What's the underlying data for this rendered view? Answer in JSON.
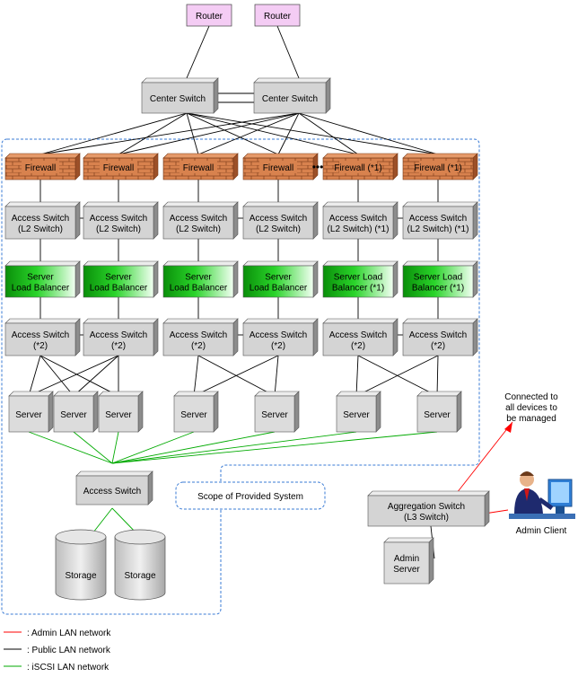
{
  "routers": [
    "Router",
    "Router"
  ],
  "center_switches": [
    "Center Switch",
    "Center Switch"
  ],
  "firewalls": [
    "Firewall",
    "Firewall",
    "Firewall",
    "Firewall",
    "Firewall (*1)",
    "Firewall (*1)"
  ],
  "firewall_ellipsis": "•••",
  "access_l2": [
    [
      "Access Switch",
      "(L2 Switch)"
    ],
    [
      "Access Switch",
      "(L2 Switch)"
    ],
    [
      "Access Switch",
      "(L2 Switch)"
    ],
    [
      "Access Switch",
      "(L2 Switch)"
    ],
    [
      "Access Switch",
      "(L2 Switch) (*1)"
    ],
    [
      "Access Switch",
      "(L2 Switch) (*1)"
    ]
  ],
  "load_balancers": [
    [
      "Server",
      "Load Balancer"
    ],
    [
      "Server",
      "Load Balancer"
    ],
    [
      "Server",
      "Load Balancer"
    ],
    [
      "Server",
      "Load Balancer"
    ],
    [
      "Server Load",
      "Balancer (*1)"
    ],
    [
      "Server Load",
      "Balancer (*1)"
    ]
  ],
  "access_2": [
    [
      "Access Switch",
      "(*2)"
    ],
    [
      "Access Switch",
      "(*2)"
    ],
    [
      "Access Switch",
      "(*2)"
    ],
    [
      "Access Switch",
      "(*2)"
    ],
    [
      "Access Switch",
      "(*2)"
    ],
    [
      "Access Switch",
      "(*2)"
    ]
  ],
  "servers": [
    "Server",
    "Server",
    "Server",
    "Server",
    "Server",
    "Server",
    "Server"
  ],
  "storage_switch": "Access Switch",
  "storages": [
    "Storage",
    "Storage"
  ],
  "scope_label": "Scope of Provided System",
  "aggregation_switch": [
    "Aggregation Switch",
    "(L3 Switch)"
  ],
  "admin_server": [
    "Admin",
    "Server"
  ],
  "admin_client": "Admin Client",
  "connected_note": [
    "Connected to",
    "all devices to",
    "be managed"
  ],
  "legend": [
    {
      "label": ": Admin LAN network",
      "color": "#ff0000"
    },
    {
      "label": ": Public LAN network",
      "color": "#000000"
    },
    {
      "label": ": iSCSI LAN network",
      "color": "#00aa00"
    }
  ],
  "colors": {
    "router_fill": "#f4ccf4",
    "switch_fill": "#d4d4d4",
    "firewall_fill": "#d47a4a",
    "lb_green": "#1fc01f",
    "admin_line": "#ff0000",
    "public_line": "#000000",
    "iscsi_line": "#00aa00",
    "scope_border": "#3a7bd5"
  }
}
